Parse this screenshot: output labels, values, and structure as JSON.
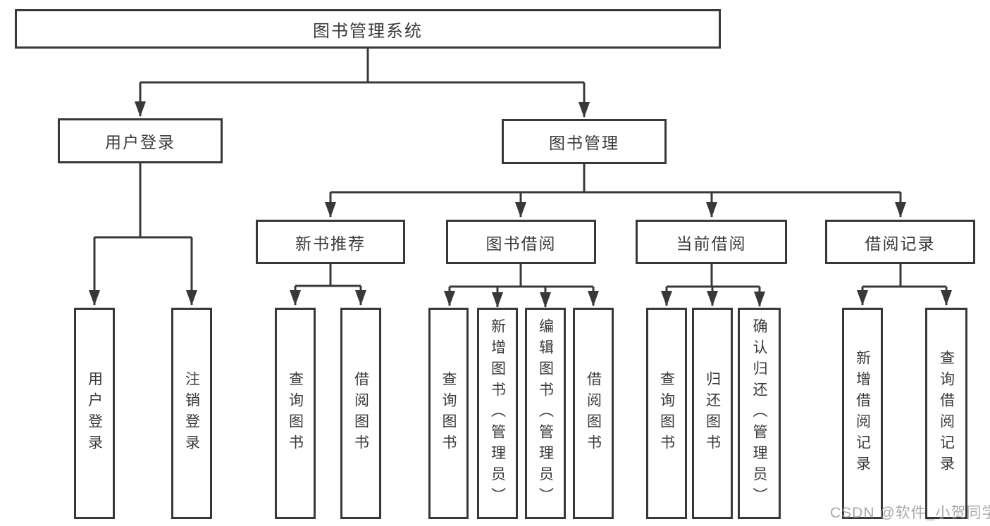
{
  "diagram": {
    "root": {
      "label": "图书管理系统"
    },
    "branches": [
      {
        "label": "用户登录",
        "children": [
          {
            "label": "用户登录"
          },
          {
            "label": "注销登录"
          }
        ]
      },
      {
        "label": "图书管理",
        "children": [
          {
            "label": "新书推荐",
            "children": [
              {
                "label": "查询图书"
              },
              {
                "label": "借阅图书"
              }
            ]
          },
          {
            "label": "图书借阅",
            "children": [
              {
                "label": "查询图书"
              },
              {
                "label": "新增图书（管理员）"
              },
              {
                "label": "编辑图书（管理员）"
              },
              {
                "label": "借阅图书"
              }
            ]
          },
          {
            "label": "当前借阅",
            "children": [
              {
                "label": "查询图书"
              },
              {
                "label": "归还图书"
              },
              {
                "label": "确认归还（管理员）"
              }
            ]
          },
          {
            "label": "借阅记录",
            "children": [
              {
                "label": "新增借阅记录"
              },
              {
                "label": "查询借阅记录"
              }
            ]
          }
        ]
      }
    ]
  },
  "watermark": {
    "text": "CSDN @软件_小贺同学"
  },
  "colors": {
    "line": "#383838",
    "text": "#3a3a3a",
    "box_background": "#ffffff",
    "watermark": "#9b9b9b"
  }
}
